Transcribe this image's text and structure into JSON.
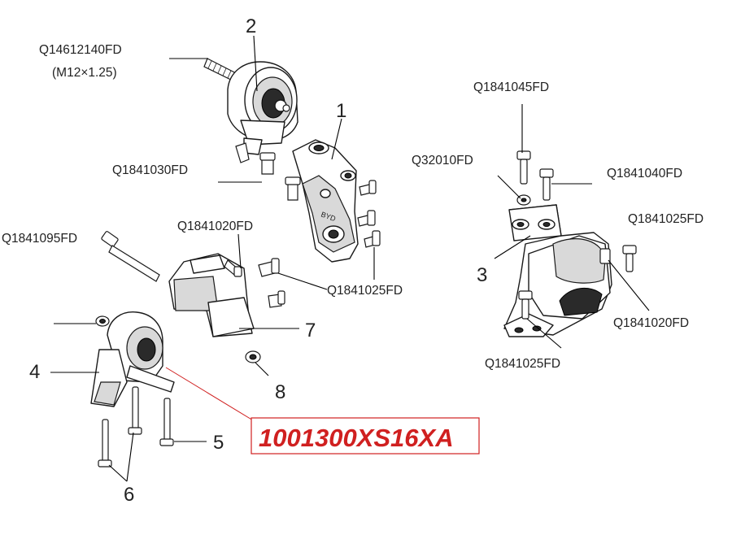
{
  "labels": {
    "part2_code": "Q14612140FD",
    "part2_thread": "(M12×1.25)",
    "num_2": "2",
    "num_1": "1",
    "code_q1841030": "Q1841030FD",
    "code_q1841095": "Q1841095FD",
    "code_q1841020_left": "Q1841020FD",
    "code_q1841025_center": "Q1841025FD",
    "num_7": "7",
    "num_4": "4",
    "num_8": "8",
    "num_5": "5",
    "num_6": "6",
    "code_q1841045": "Q1841045FD",
    "code_q32010": "Q32010FD",
    "code_q1841040": "Q1841040FD",
    "code_q1841025_right": "Q1841025FD",
    "num_3": "3",
    "code_q1841020_right": "Q1841020FD",
    "code_q1841025_bottom": "Q1841025FD"
  },
  "highlight": {
    "part_number": "1001300XS16XA",
    "color": "#d02020"
  },
  "colors": {
    "line": "#1a1a1a",
    "highlight": "#d02020"
  }
}
